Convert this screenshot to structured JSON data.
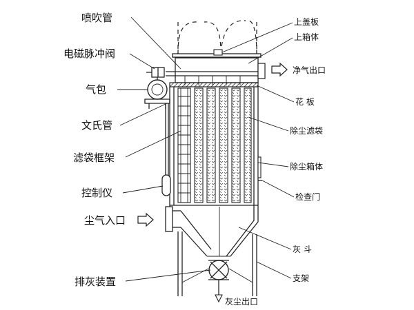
{
  "labels": {
    "blow_pipe": "喷吹管",
    "solenoid_valve": "电磁脉冲阀",
    "air_bag": "气包",
    "venturi": "文氏管",
    "bag_cage": "滤袋框架",
    "controller": "控制仪",
    "dust_inlet": "尘气入口",
    "discharge_device": "排灰装置",
    "top_cover": "上盖板",
    "upper_box": "上箱体",
    "clean_outlet": "净气出口",
    "tube_plate": "花 板",
    "filter_bag": "除尘滤袋",
    "dust_box": "除尘箱体",
    "inspection_door": "检查门",
    "hopper": "灰 斗",
    "support": "支架",
    "dust_outlet": "灰尘出口"
  },
  "colors": {
    "line": "#222222",
    "background": "#ffffff"
  }
}
